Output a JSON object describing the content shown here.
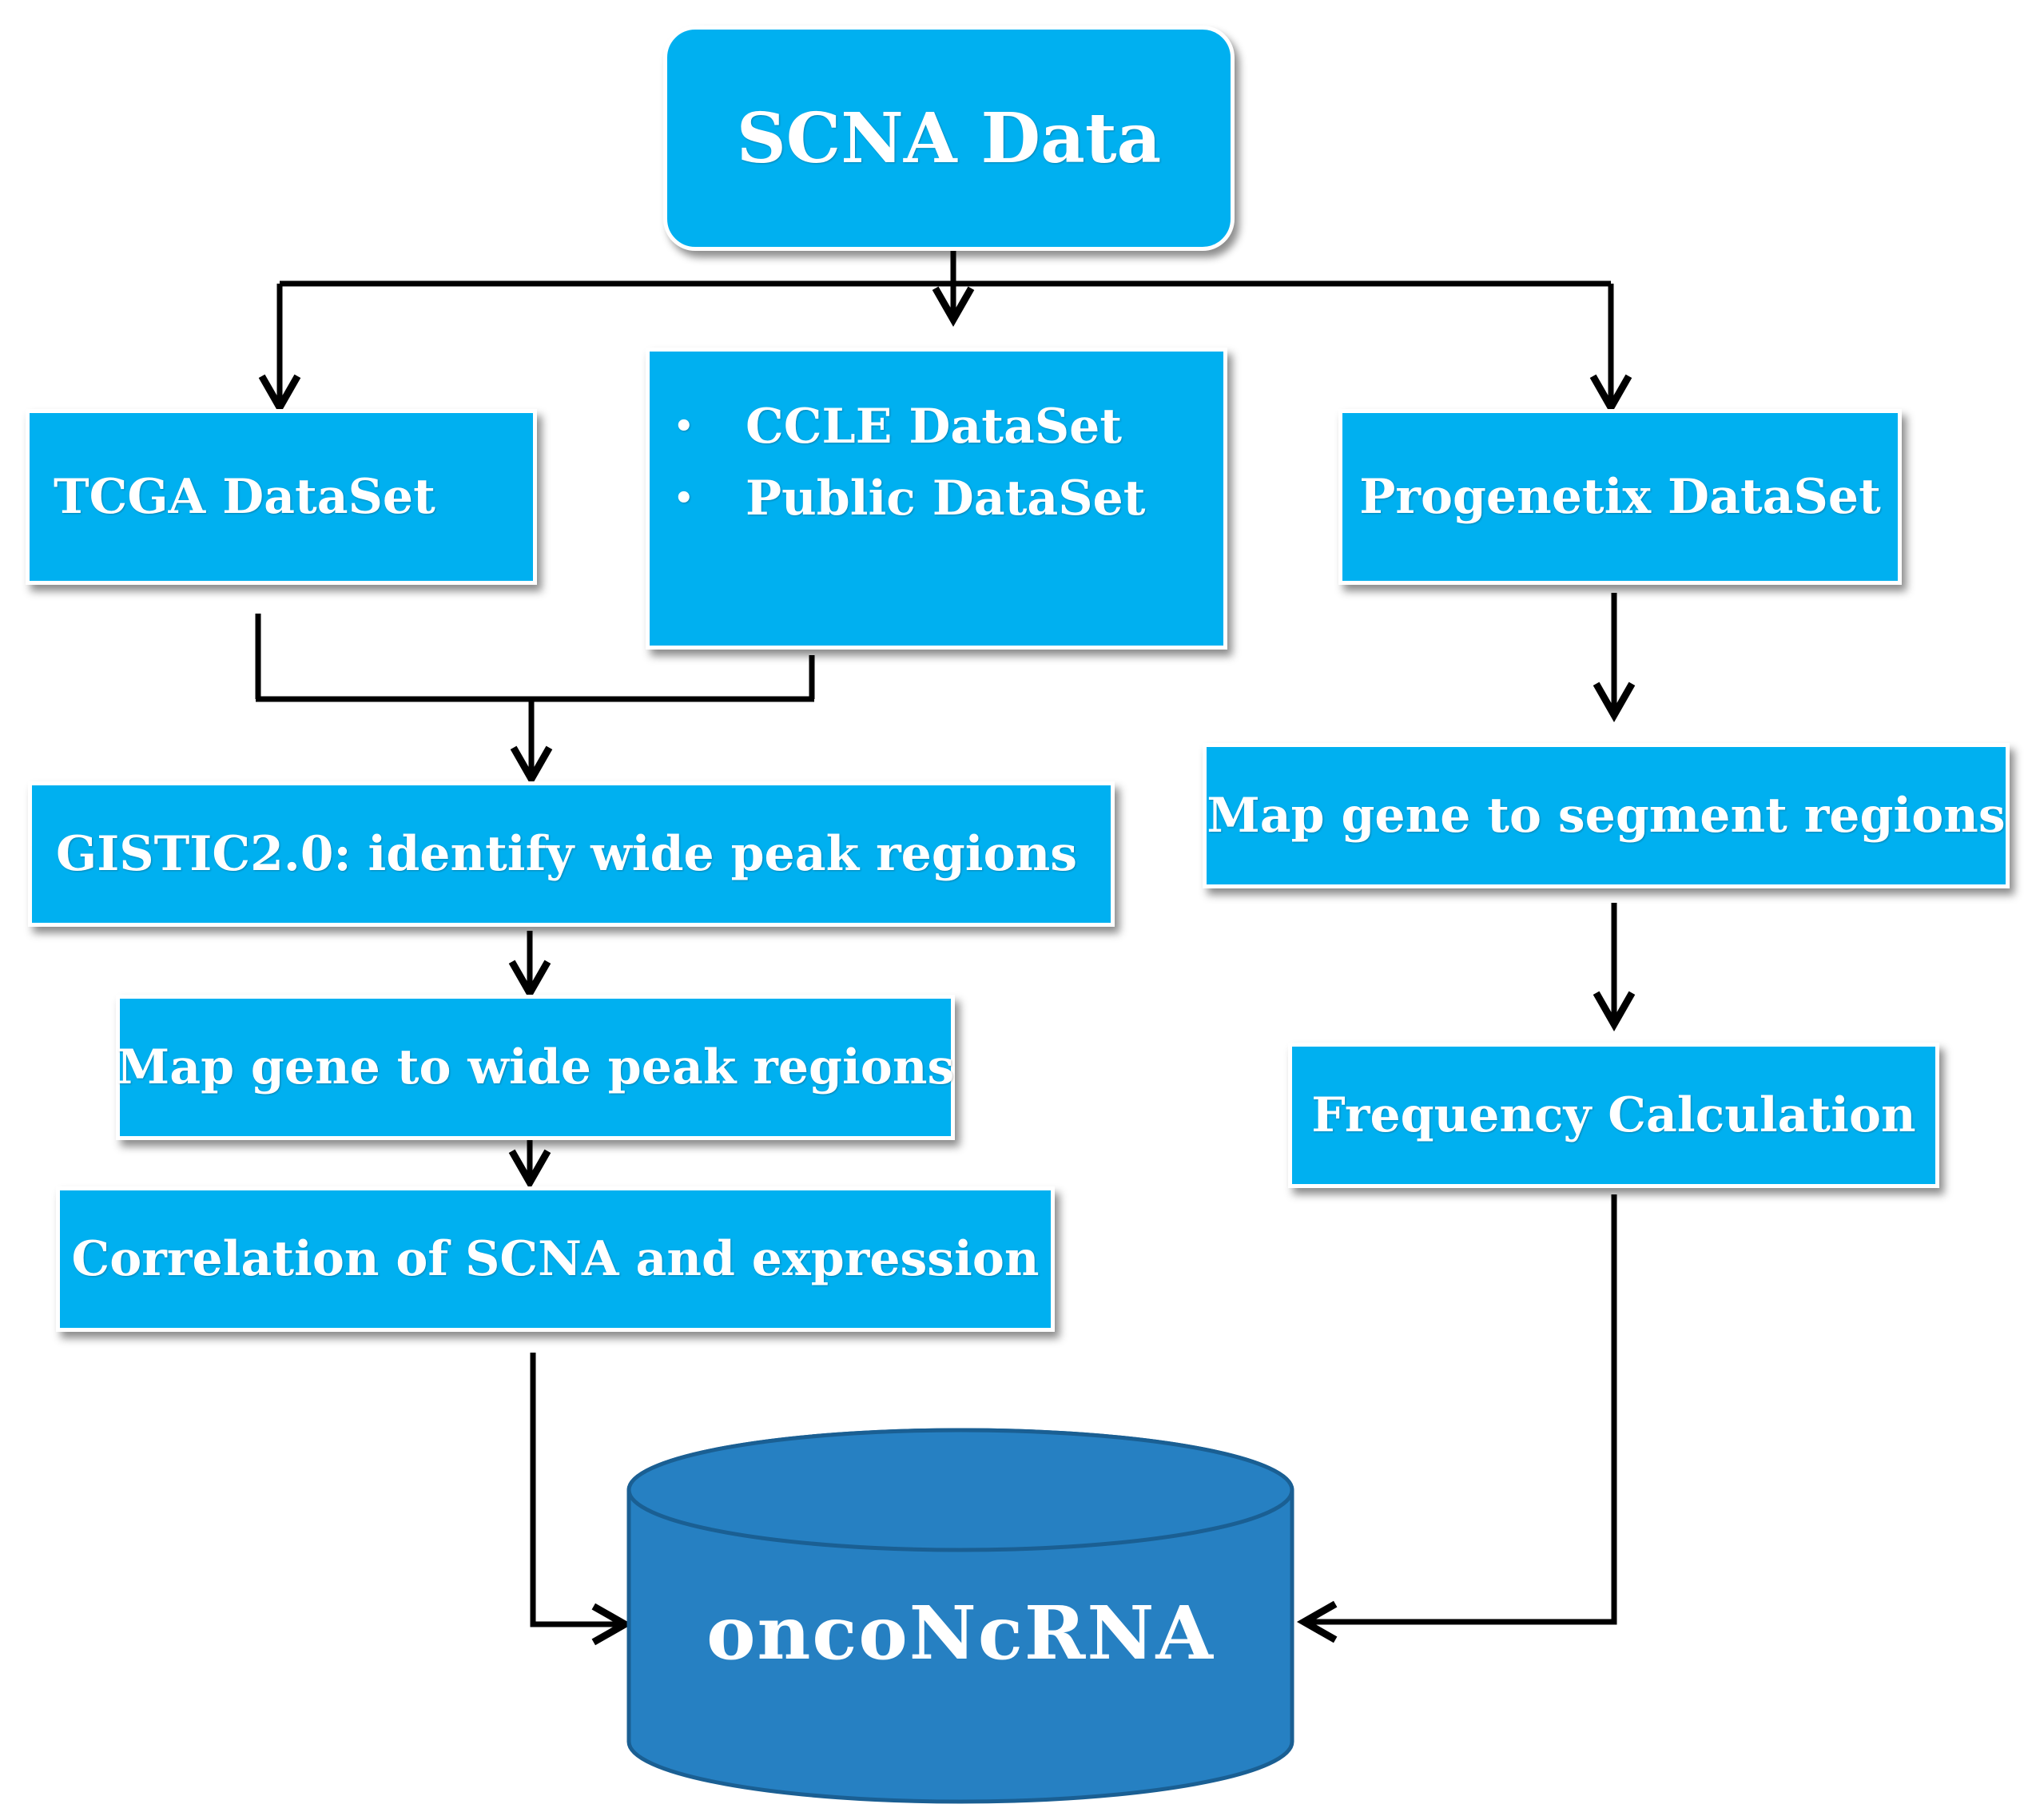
{
  "colors": {
    "box_fill": "#00b0f0",
    "database_fill": "#2680c2",
    "arrow": "#000000",
    "text": "#ffffff"
  },
  "nodes": {
    "scna_data": "SCNA Data",
    "tcga": "TCGA DataSet",
    "ccle_public": [
      "CCLE DataSet",
      "Public DataSet"
    ],
    "progenetix": "Progenetix DataSet",
    "gistic": "GISTIC2.0: identify wide peak regions",
    "map_wide_peak": "Map gene to wide peak regions",
    "correlation": "Correlation of SCNA and expression",
    "map_segment": "Map gene to segment regions",
    "frequency": "Frequency Calculation",
    "database": "oncoNcRNA"
  },
  "bullet_glyph": "•",
  "icons": {
    "database": "database-cylinder-icon"
  }
}
